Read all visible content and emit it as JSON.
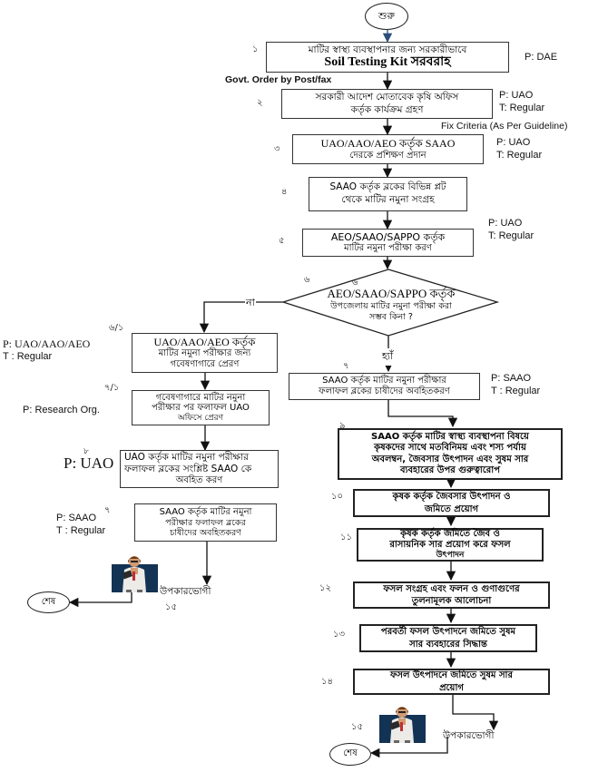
{
  "start": {
    "label": "শুরু"
  },
  "end": {
    "label": "শেষ"
  },
  "edge_labels": {
    "govt_order": "Govt. Order by Post/fax",
    "fix_criteria": "Fix Criteria (As Per Guideline)",
    "no": "না",
    "yes": "হ্যাঁ"
  },
  "steps": [
    {
      "id": "1",
      "number": "১",
      "lines": [
        "মাটির স্বাস্থ্য ব্যবস্থাপনার জন্য সরকারীভাবে",
        "Soil Testing Kit সরবরাহ"
      ],
      "note": [
        "P: DAE"
      ]
    },
    {
      "id": "2",
      "number": "২",
      "lines": [
        "সরকারী আদেশ মোতাবেক কৃষি অফিস",
        "কর্তৃক কার্যক্রম গ্রহণ"
      ],
      "note": [
        "P: UAO",
        "T: Regular"
      ]
    },
    {
      "id": "3",
      "number": "৩",
      "lines": [
        "UAO/AAO/AEO কর্তৃক SAAO",
        "দেরকে প্রশিক্ষণ প্রদান"
      ],
      "note": [
        "P: UAO",
        "T: Regular"
      ]
    },
    {
      "id": "4",
      "number": "৪",
      "lines": [
        "SAAO কর্তৃক ব্লকের বিভিন্ন প্লট",
        "থেকে মাটির নমুনা সংগ্রহ"
      ],
      "note": []
    },
    {
      "id": "5",
      "number": "৫",
      "lines": [
        "AEO/SAAO/SAPPO কর্তৃক",
        "মাটির নমুনা পরীক্ষা করণ"
      ],
      "note": [
        "P: UAO",
        "T: Regular"
      ]
    },
    {
      "id": "6",
      "number": "৬",
      "inner_number": "৬",
      "lines": [
        "AEO/SAAO/SAPPO কর্তৃক",
        "উপজেলায় মাটির নমুনা পরীক্ষা করা",
        "সম্ভব কিনা ?"
      ],
      "note": []
    },
    {
      "id": "6/1",
      "number": "৬/১",
      "lines": [
        "UAO/AAO/AEO কর্তৃক",
        "মাটির নমুনা পরীক্ষার জন্য",
        "গবেষণাগারে প্রেরণ"
      ],
      "note": [
        "P: UAO/AAO/AEO",
        "T : Regular"
      ]
    },
    {
      "id": "7/1",
      "number": "৭/১",
      "lines": [
        "গবেষণাগারে মাটির নমুনা",
        "পরীক্ষার পর ফলাফল UAO",
        "অফিসে প্রেরণ"
      ],
      "note": [
        "P: Research Org."
      ]
    },
    {
      "id": "8",
      "number": "৮",
      "lines": [
        "UAO  কর্তৃক মাটির নমুনা পরীক্ষার",
        "ফলাফল ব্লকের সংশ্লিষ্ট SAAO কে",
        "অবহিত করণ"
      ],
      "note": [
        "P: UAO"
      ]
    },
    {
      "id": "7L",
      "number": "৭",
      "lines": [
        "SAAO কর্তৃক মাটির নমুনা",
        "পরীক্ষার ফলাফল ব্লকের",
        "চাষীদের অবহিতকরণ"
      ],
      "note": [
        "P: SAAO",
        "T : Regular"
      ]
    },
    {
      "id": "7R",
      "number": "৭",
      "lines": [
        "SAAO কর্তৃক মাটির নমুনা পরীক্ষার",
        "ফলাফল ব্লকের চাষীদের অবহিতকরণ"
      ],
      "note": [
        "P: SAAO",
        "T : Regular"
      ]
    },
    {
      "id": "9",
      "number": "৯",
      "lines": [
        "SAAO কর্তৃক মাটির স্বাস্থ্য ব্যবস্থাপনা বিষয়ে",
        "কৃষকদের সাথে মতবিনিময় এবং শস্য পর্যায়",
        "অবলম্বন, জৈবসার উৎপাদন এবং সুষম সার",
        "ব্যবহারের উপর গুরুত্বারোপ"
      ],
      "note": []
    },
    {
      "id": "10",
      "number": "১০",
      "lines": [
        "কৃষক কর্তৃক জৈবসার উৎপাদন ও",
        "জমিতে প্রয়োগ"
      ],
      "note": []
    },
    {
      "id": "11",
      "number": "১১",
      "lines": [
        "কৃষক কর্তৃক জমিতে জৈব ও",
        "রাসায়নিক সার প্রয়োগ করে ফসল",
        "উৎপাদন"
      ],
      "note": []
    },
    {
      "id": "12",
      "number": "১২",
      "lines": [
        "ফসল সংগ্রহ এবং ফলন ও গুণাগুণের",
        "তুলনামূলক আলোচনা"
      ],
      "note": []
    },
    {
      "id": "13",
      "number": "১৩",
      "lines": [
        "পরবর্তী ফসল উৎপাদনে জমিতে সুষম",
        "সার ব্যবহারের সিদ্ধান্ত"
      ],
      "note": []
    },
    {
      "id": "14",
      "number": "১৪",
      "lines": [
        "ফসল উৎপাদনে জমিতে সুষম সার",
        "প্রয়োগ"
      ],
      "note": []
    }
  ],
  "beneficiary": {
    "label": "উপকারভোগী",
    "number": "১৫",
    "icon": "beneficiary-person-icon"
  }
}
